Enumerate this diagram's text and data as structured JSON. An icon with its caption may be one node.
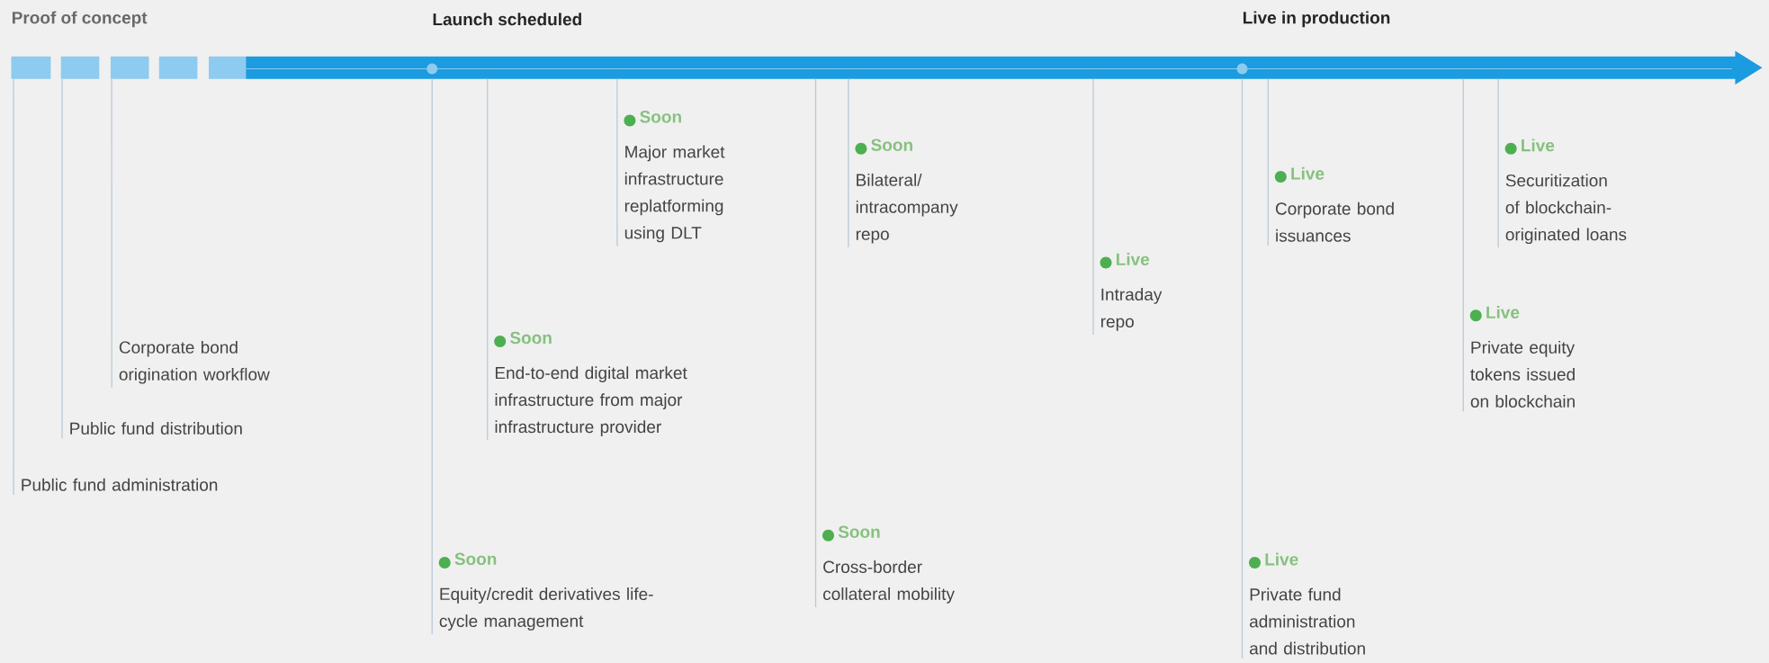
{
  "diagram": {
    "nodes": [
      {
        "text": [
          "Public fund administration"
        ]
      },
      {
        "text": [
          "Public fund distribution"
        ]
      },
      {
        "text": [
          "Corporate bond origination workflow"
        ]
      },
      {
        "text": [
          "Soon",
          "Equity/credit derivatives life-cycle management"
        ]
      },
      {
        "text": [
          "Soon",
          "End-to-end digital market infrastructure from major infrastructure provider"
        ]
      },
      {
        "text": [
          "Soon",
          "Major market infrastructure replatforming using DLT"
        ]
      },
      {
        "text": [
          "Soon",
          "Cross-border collateral mobility"
        ]
      },
      {
        "text": [
          "Soon",
          "Bilateral/ intracompany repo"
        ]
      },
      {
        "text": [
          "Live",
          "Intraday repo"
        ]
      },
      {
        "text": [
          "Live",
          "Private fund administration and distribution"
        ]
      },
      {
        "text": [
          "Live",
          "Corporate bond issuances"
        ]
      },
      {
        "text": [
          "Live",
          "Private equity tokens issued on blockchain"
        ]
      },
      {
        "text": [
          "Live",
          "Securitization of blockchain-originated loans"
        ]
      }
    ],
    "labels": [
      "Proof of concept",
      "Launch scheduled",
      "Live in production"
    ]
  }
}
